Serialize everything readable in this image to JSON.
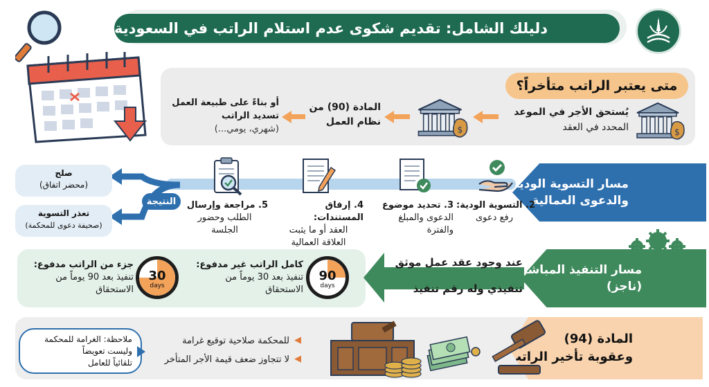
{
  "header": {
    "title": "دليلك الشامل: تقديم شكوى عدم استلام الراتب في السعودية",
    "emblem_icon": "saudi-emblem-icon",
    "brand_color": "#1f6b52"
  },
  "section_late": {
    "question": "متى يعتبر الراتب متأخراً؟",
    "step1_line1": "يُستحق الأجر في الموعد",
    "step1_line2": "المحدد في العقد",
    "step2_line1": "المادة (90) من",
    "step2_line2": "نظام العمل",
    "step3_line1": "أو بناءً على طبيعة العمل",
    "step3_line2": "تسديد الراتب",
    "step3_line3": "(شهري، يومي...)"
  },
  "section_amicable": {
    "banner_line1": "مسار التسوية الودية",
    "banner_line2": "والدعوى العمالية",
    "steps": [
      {
        "title": "2. التسوية الودية:",
        "desc1": "رفع دعوى",
        "desc2": ""
      },
      {
        "title": "3. تحديد موضوع",
        "desc1": "الدعوى والمبلغ",
        "desc2": "والفترة"
      },
      {
        "title": "4. إرفاق المستندات:",
        "desc1": "العقد أو ما يثبت",
        "desc2": "العلاقة العمالية"
      },
      {
        "title": "5. مراجعة وإرسال",
        "desc1": "الطلب وحضور",
        "desc2": "الجلسة"
      }
    ],
    "result_label": "النتيجة",
    "outcome1_title": "صلح",
    "outcome1_desc": "(محضر اتفاق)",
    "outcome2_title": "تعذر التسوية",
    "outcome2_desc": "(صحيفة دعوى للمحكمة)",
    "accent_color": "#2e6fae"
  },
  "section_direct": {
    "banner_line1": "مسار التنفيذ المباشر",
    "banner_line2": "(ناجز)",
    "arrow_line1": "عند وجود عقد عمل موثق",
    "arrow_line2": "تنفيذي وله رقم تنفيذ",
    "timer90_title": "كامل الراتب غير مدفوع:",
    "timer90_line1": "تنفيذ بعد 30 يوماً من",
    "timer90_line2": "الاستحقاق",
    "timer90_number": "90",
    "timer90_unit": "days",
    "timer30_title": "جزء من الراتب مدفوع:",
    "timer30_line1": "تنفيذ بعد 90 يوماً من",
    "timer30_line2": "الاستحقاق",
    "timer30_number": "30",
    "timer30_unit": "days",
    "accent_color": "#3f8a5d"
  },
  "section_penalty": {
    "banner_line1": "المادة (94)",
    "banner_line2": "وعقوبة تأخير الراتب",
    "bullet1": "للمحكمة صلاحية توقيع غرامة",
    "bullet2": "لا تتجاوز ضعف قيمة الأجر المتأخر",
    "note_line1": "ملاحظة: الغرامة للمحكمة",
    "note_line2": "وليست تعويضاً",
    "note_line3": "تلقائياً للعامل"
  }
}
